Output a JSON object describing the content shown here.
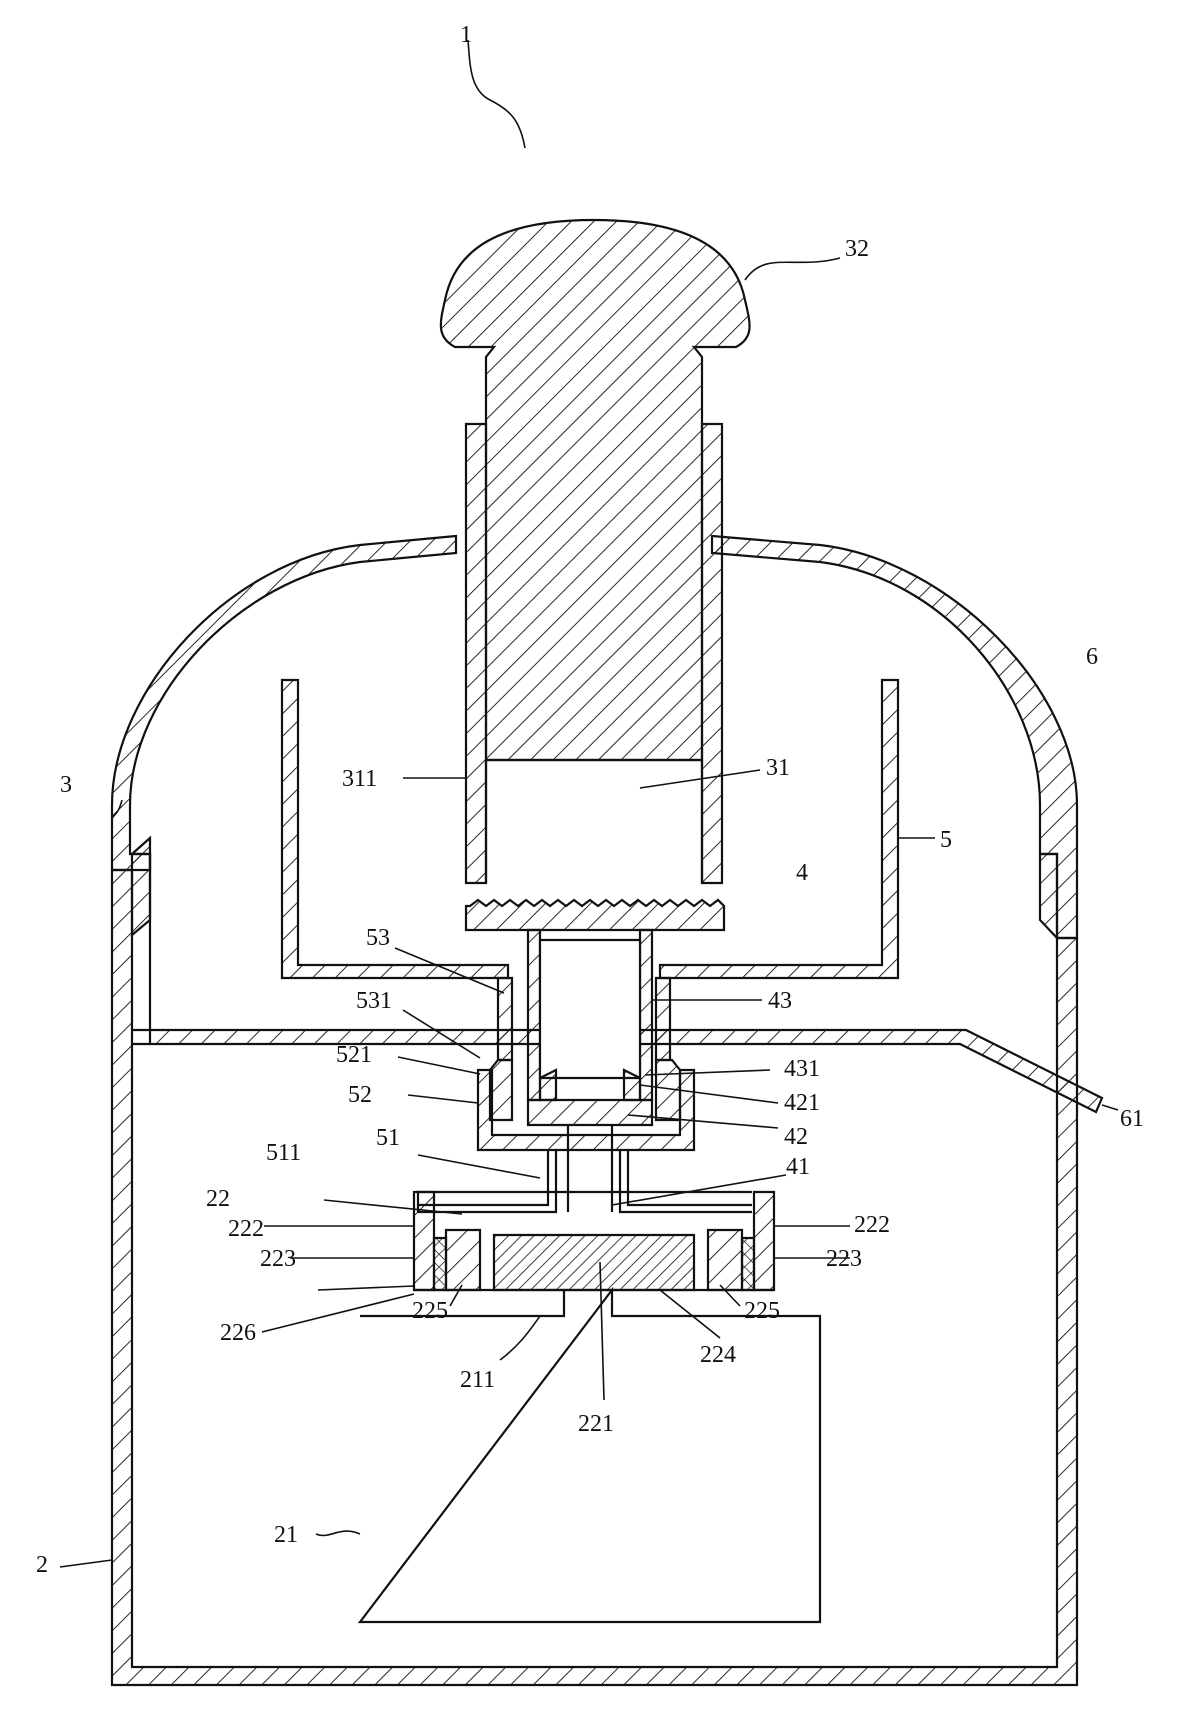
{
  "labels": {
    "l1": "1",
    "l2": "2",
    "l3": "3",
    "l4": "4",
    "l5": "5",
    "l6": "6",
    "l21": "21",
    "l22": "22",
    "l31": "31",
    "l32": "32",
    "l41": "41",
    "l42": "42",
    "l43": "43",
    "l51": "51",
    "l52": "52",
    "l53": "53",
    "l61": "61",
    "l211": "211",
    "l221": "221",
    "l222a": "222",
    "l222b": "222",
    "l223a": "223",
    "l223b": "223",
    "l224": "224",
    "l225a": "225",
    "l225b": "225",
    "l226": "226",
    "l311": "311",
    "l421": "421",
    "l431": "431",
    "l511": "511",
    "l521": "521",
    "l531": "531"
  }
}
